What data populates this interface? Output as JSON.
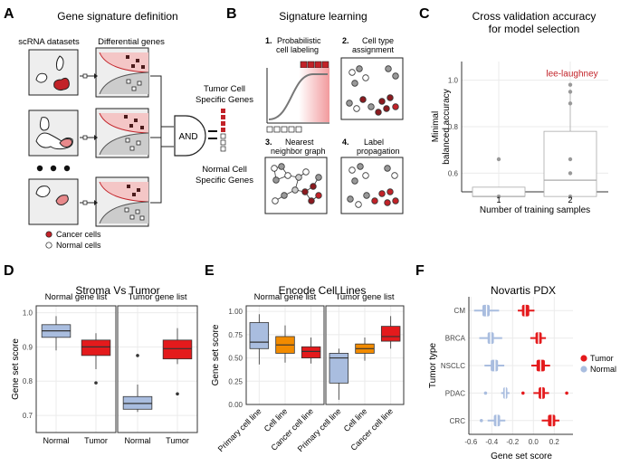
{
  "panel_letters": [
    "A",
    "B",
    "C",
    "D",
    "E",
    "F"
  ],
  "panelA": {
    "title": "Gene signature definition",
    "left_header": "scRNA datasets",
    "right_header": "Differential genes",
    "and_label": "AND",
    "tumor_genes_label": [
      "Tumor Cell",
      "Specific Genes"
    ],
    "normal_genes_label": [
      "Normal Cell",
      "Specific Genes"
    ],
    "legend": [
      "Cancer cells",
      "Normal cells"
    ],
    "colors": {
      "cancer": "#c22228",
      "normal": "#ffffff",
      "gene": "#4a1a1a"
    }
  },
  "panelB": {
    "title": "Signature learning",
    "steps": [
      {
        "num": "1.",
        "lines": [
          "Probabilistic",
          "cell labeling"
        ]
      },
      {
        "num": "2.",
        "lines": [
          "Cell type",
          "assignment"
        ]
      },
      {
        "num": "3.",
        "lines": [
          "Nearest",
          "neighbor graph"
        ]
      },
      {
        "num": "4.",
        "lines": [
          "Label",
          "propagation"
        ]
      }
    ]
  },
  "chart_data": [
    {
      "id": "C",
      "type": "box",
      "title": "Cross validation accuracy",
      "subtitle": "for model selection",
      "xlabel": "Number of training samples",
      "ylabel": [
        "Minimal",
        "balanced accuracy"
      ],
      "categories": [
        "1",
        "2"
      ],
      "ylim": [
        0.52,
        1.08
      ],
      "yticks": [
        0.6,
        0.8,
        1.0
      ],
      "ytick_labels": [
        "0.6",
        "0.8",
        "1.0"
      ],
      "boxes": [
        {
          "category": "1",
          "q1": 0.5,
          "median": 0.5,
          "q3": 0.54,
          "min": 0.5,
          "max": 0.54,
          "fill": "#ffffff"
        },
        {
          "category": "2",
          "q1": 0.5,
          "median": 0.57,
          "q3": 0.78,
          "min": 0.5,
          "max": 0.96,
          "fill": "#ffffff"
        }
      ],
      "points": [
        {
          "category": "1",
          "values": [
            0.5,
            0.66
          ]
        },
        {
          "category": "2",
          "values": [
            0.5,
            0.6,
            0.66,
            0.9,
            0.95,
            0.98
          ]
        }
      ],
      "annotation": {
        "text": "lee-laughney",
        "category": "2",
        "y": 0.98,
        "color": "#c22228"
      },
      "grid": true
    },
    {
      "id": "D",
      "type": "box",
      "title": "Stroma Vs Tumor",
      "ylabel": "Gene set score",
      "ylim": [
        0.65,
        1.02
      ],
      "yticks": [
        0.7,
        0.8,
        0.9,
        1.0
      ],
      "ytick_labels": [
        "0.7",
        "0.8",
        "0.9",
        "1.0"
      ],
      "facets": [
        {
          "name": "Normal gene list",
          "categories": [
            "Normal",
            "Tumor"
          ],
          "boxes": [
            {
              "q1": 0.928,
              "median": 0.947,
              "q3": 0.965,
              "min": 0.89,
              "max": 0.99,
              "fill": "#a9bddf"
            },
            {
              "q1": 0.875,
              "median": 0.9,
              "q3": 0.92,
              "min": 0.835,
              "max": 0.94,
              "fill": "#e41a1c"
            }
          ],
          "outliers": [
            {
              "box": 1,
              "value": 0.795
            }
          ]
        },
        {
          "name": "Tumor gene list",
          "categories": [
            "Normal",
            "Tumor"
          ],
          "boxes": [
            {
              "q1": 0.718,
              "median": 0.735,
              "q3": 0.755,
              "min": 0.71,
              "max": 0.79,
              "fill": "#a9bddf"
            },
            {
              "q1": 0.865,
              "median": 0.895,
              "q3": 0.92,
              "min": 0.85,
              "max": 0.955,
              "fill": "#e41a1c"
            }
          ],
          "outliers": [
            {
              "box": 0,
              "value": 0.875
            },
            {
              "box": 1,
              "value": 0.763
            }
          ]
        }
      ],
      "grid": true
    },
    {
      "id": "E",
      "type": "box",
      "title": "Encode Cell Lines",
      "ylabel": "Gene set score",
      "ylim": [
        0,
        1.06
      ],
      "yticks": [
        0,
        0.25,
        0.5,
        0.75,
        1.0
      ],
      "ytick_labels": [
        "0.00",
        "0.25",
        "0.50",
        "0.75",
        "1.00"
      ],
      "facets": [
        {
          "name": "Normal gene list",
          "categories": [
            "Primary cell line",
            "Cell line",
            "Cancer cell line"
          ],
          "boxes": [
            {
              "q1": 0.6,
              "median": 0.67,
              "q3": 0.88,
              "min": 0.43,
              "max": 0.97,
              "fill": "#a9bddf"
            },
            {
              "q1": 0.55,
              "median": 0.64,
              "q3": 0.73,
              "min": 0.45,
              "max": 0.85,
              "fill": "#f28b00"
            },
            {
              "q1": 0.5,
              "median": 0.57,
              "q3": 0.62,
              "min": 0.44,
              "max": 0.72,
              "fill": "#e41a1c"
            }
          ],
          "outliers": []
        },
        {
          "name": "Tumor gene list",
          "categories": [
            "Primary cell line",
            "Cell line",
            "Cancer cell line"
          ],
          "boxes": [
            {
              "q1": 0.23,
              "median": 0.5,
              "q3": 0.55,
              "min": 0.05,
              "max": 0.6,
              "fill": "#a9bddf"
            },
            {
              "q1": 0.55,
              "median": 0.6,
              "q3": 0.65,
              "min": 0.47,
              "max": 0.72,
              "fill": "#f28b00"
            },
            {
              "q1": 0.68,
              "median": 0.73,
              "q3": 0.84,
              "min": 0.6,
              "max": 0.95,
              "fill": "#e41a1c"
            }
          ],
          "outliers": []
        }
      ],
      "grid": true
    },
    {
      "id": "F",
      "type": "box-horizontal",
      "title": "Novartis PDX",
      "xlabel": "Gene set score",
      "ylabel": "Tumor type",
      "categories": [
        "CM",
        "BRCA",
        "NSCLC",
        "PDAC",
        "CRC"
      ],
      "xlim": [
        -0.62,
        0.38
      ],
      "xticks": [
        -0.6,
        -0.4,
        -0.2,
        0.0,
        0.2
      ],
      "xtick_labels": [
        "-0.6",
        "-0.4",
        "-0.2",
        "0.0",
        "0.2"
      ],
      "series": [
        {
          "name": "Tumor",
          "color": "#e41a1c",
          "boxes": [
            {
              "q1": -0.11,
              "median": -0.08,
              "q3": -0.04,
              "min": -0.15,
              "max": 0.01
            },
            {
              "q1": 0.02,
              "median": 0.05,
              "q3": 0.08,
              "min": -0.03,
              "max": 0.12
            },
            {
              "q1": 0.03,
              "median": 0.07,
              "q3": 0.11,
              "min": -0.02,
              "max": 0.16
            },
            {
              "q1": 0.05,
              "median": 0.08,
              "q3": 0.11,
              "min": 0.0,
              "max": 0.15
            },
            {
              "q1": 0.14,
              "median": 0.18,
              "q3": 0.21,
              "min": 0.08,
              "max": 0.25
            }
          ],
          "outliers": [
            {
              "box": 3,
              "value": -0.1
            },
            {
              "box": 3,
              "value": 0.32
            }
          ]
        },
        {
          "name": "Normal",
          "color": "#a9bddf",
          "boxes": [
            {
              "q1": -0.49,
              "median": -0.45,
              "q3": -0.42,
              "min": -0.57,
              "max": -0.33
            },
            {
              "q1": -0.44,
              "median": -0.41,
              "q3": -0.38,
              "min": -0.52,
              "max": -0.3
            },
            {
              "q1": -0.41,
              "median": -0.37,
              "q3": -0.34,
              "min": -0.47,
              "max": -0.28
            },
            {
              "q1": -0.29,
              "median": -0.27,
              "q3": -0.25,
              "min": -0.31,
              "max": -0.23
            },
            {
              "q1": -0.38,
              "median": -0.35,
              "q3": -0.32,
              "min": -0.44,
              "max": -0.27
            }
          ],
          "outliers": [
            {
              "box": 3,
              "value": -0.46
            },
            {
              "box": 4,
              "value": -0.5
            }
          ]
        }
      ],
      "legend": {
        "entries": [
          "Tumor",
          "Normal"
        ],
        "placement": "right"
      },
      "grid": true
    }
  ]
}
